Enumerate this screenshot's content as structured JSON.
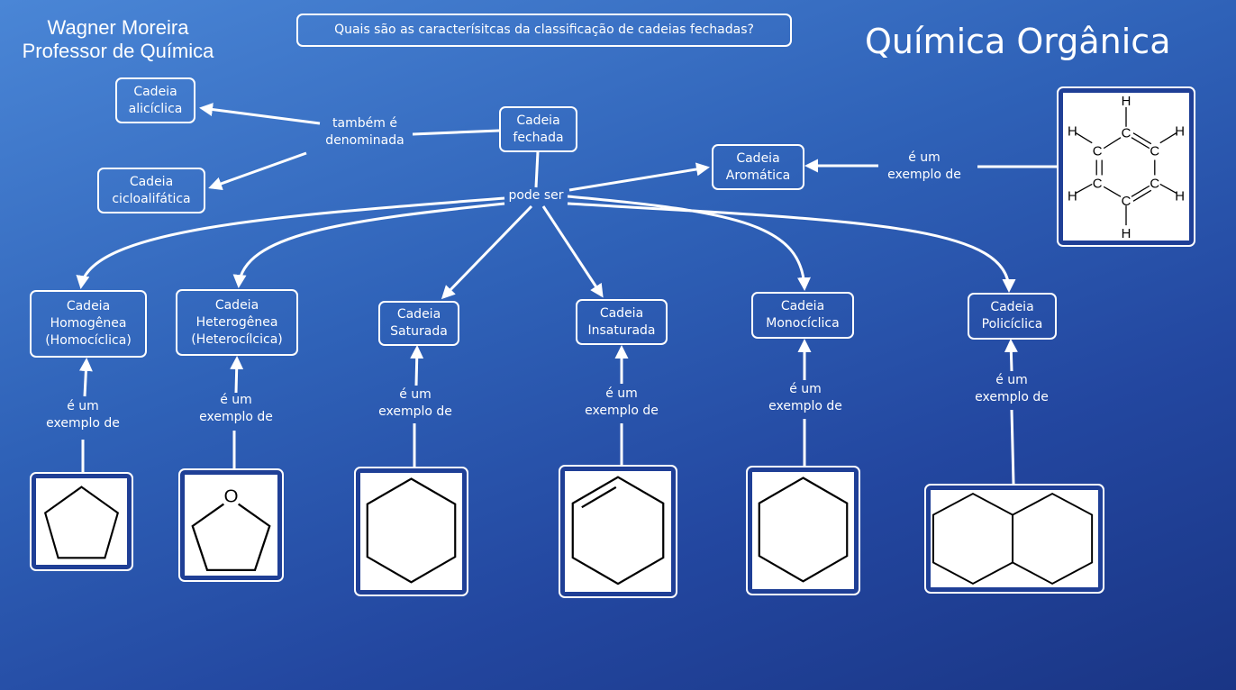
{
  "header": {
    "author_name": "Wagner Moreira",
    "author_role": "Professor de Química",
    "question": "Quais são as caracterísitcas da classificação de cadeias fechadas?",
    "title": "Química Orgânica"
  },
  "nodes": {
    "fechada": [
      "Cadeia",
      "fechada"
    ],
    "aliciclica": [
      "Cadeia",
      "alicíclica"
    ],
    "cicloalifatica": [
      "Cadeia",
      "cicloalifática"
    ],
    "aromatica": [
      "Cadeia",
      "Aromática"
    ],
    "homogenea": [
      "Cadeia",
      "Homogênea",
      "(Homocíclica)"
    ],
    "heterogenea": [
      "Cadeia",
      "Heterogênea",
      "(Heterocílcica)"
    ],
    "saturada": [
      "Cadeia",
      "Saturada"
    ],
    "insaturada": [
      "Cadeia",
      "Insaturada"
    ],
    "monociclica": [
      "Cadeia",
      "Monocíclica"
    ],
    "policiclica": [
      "Cadeia",
      "Policíclica"
    ]
  },
  "links": {
    "tambem": [
      "também é",
      "denominada"
    ],
    "pode_ser": "pode ser",
    "exemplo": [
      "é um",
      "exemplo de"
    ]
  },
  "molecules": {
    "heteroatom": "O",
    "benzene_carbon": "C",
    "benzene_hydrogen": "H"
  }
}
